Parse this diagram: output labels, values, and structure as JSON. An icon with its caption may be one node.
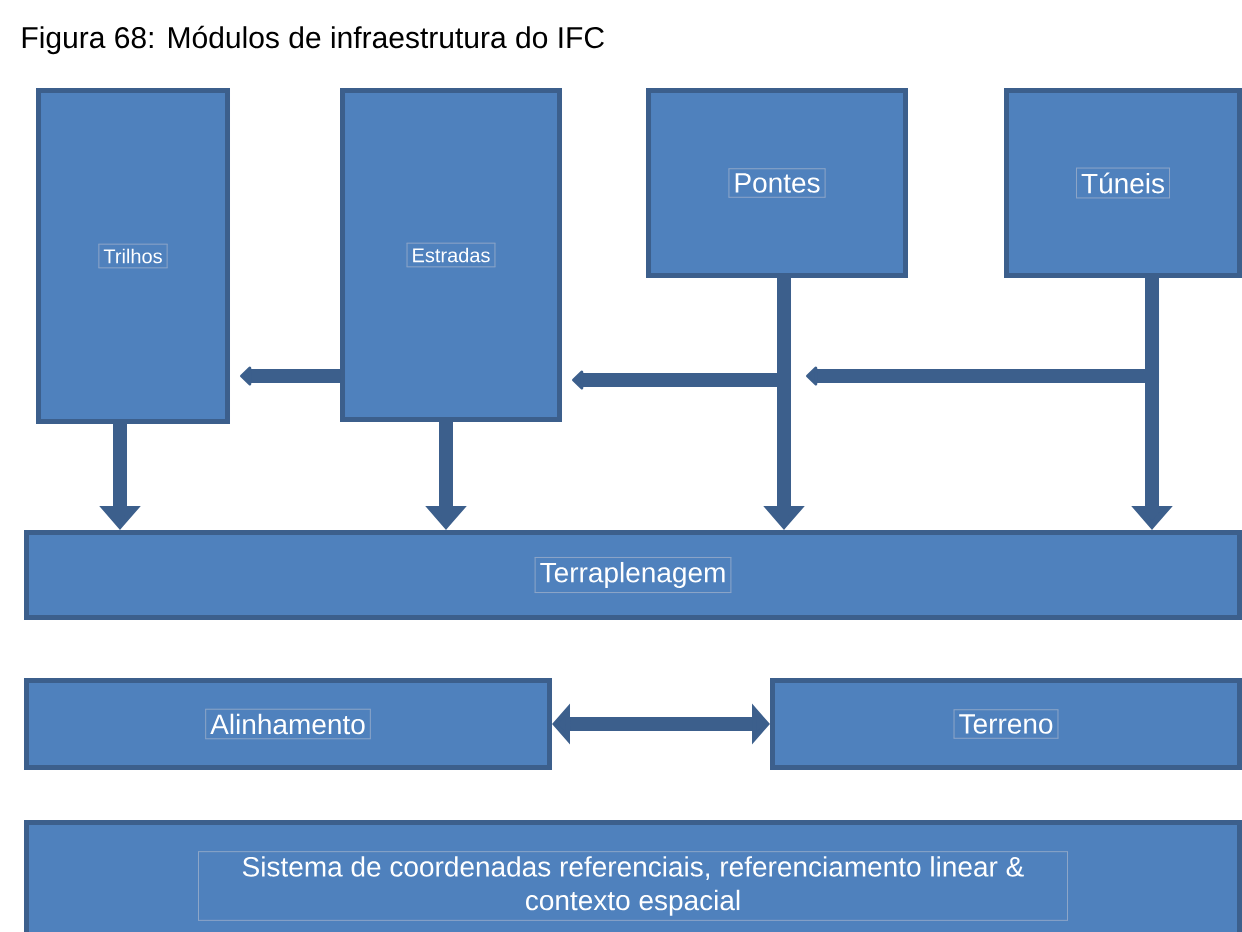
{
  "diagram": {
    "title": "Figura 68: Módulos de infraestrutura do IFC",
    "nodes": [
      {
        "text": [
          "Trilhos"
        ]
      },
      {
        "text": [
          "Estradas"
        ]
      },
      {
        "text": [
          "Pontes"
        ]
      },
      {
        "text": [
          "Túneis"
        ]
      },
      {
        "text": [
          "Terraplenagem"
        ]
      },
      {
        "text": [
          "Alinhamento"
        ]
      },
      {
        "text": [
          "Terreno"
        ]
      },
      {
        "text": [
          "Sistema de coordenadas referenciais, referenciamento linear & contexto espacial"
        ]
      }
    ],
    "edges": [
      {
        "from": 0,
        "to": 4,
        "arrow": "to"
      },
      {
        "from": 1,
        "to": 4,
        "arrow": "to"
      },
      {
        "from": 2,
        "to": 4,
        "arrow": "to"
      },
      {
        "from": 3,
        "to": 4,
        "arrow": "to"
      },
      {
        "from": 1,
        "to": 0,
        "arrow": "to"
      },
      {
        "from": 2,
        "to": 1,
        "arrow": "to"
      },
      {
        "from": 3,
        "to": 2,
        "arrow": "to"
      },
      {
        "from": 5,
        "to": 6,
        "arrow": "both"
      }
    ]
  }
}
